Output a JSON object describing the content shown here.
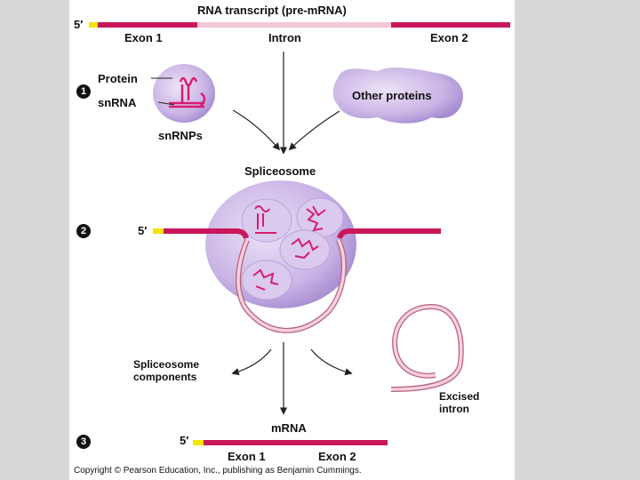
{
  "title": "RNA transcript (pre-mRNA)",
  "five_prime": "5′",
  "exon1": "Exon 1",
  "intron": "Intron",
  "exon2": "Exon 2",
  "steps": [
    "1",
    "2",
    "3"
  ],
  "protein": "Protein",
  "snrna": "snRNA",
  "snrnps": "snRNPs",
  "other_proteins": "Other proteins",
  "spliceosome": "Spliceosome",
  "components_line1": "Spliceosome",
  "components_line2": "components",
  "excised_line1": "Excised",
  "excised_line2": "intron",
  "mrna": "mRNA",
  "copyright": "Copyright © Pearson Education, Inc., publishing as Benjamin Cummings.",
  "colors": {
    "exon": "#c8185a",
    "intron": "#f4c6d6",
    "cap": "#f2e600",
    "blob": "#cbb6e6",
    "snrna": "#d81b70"
  }
}
